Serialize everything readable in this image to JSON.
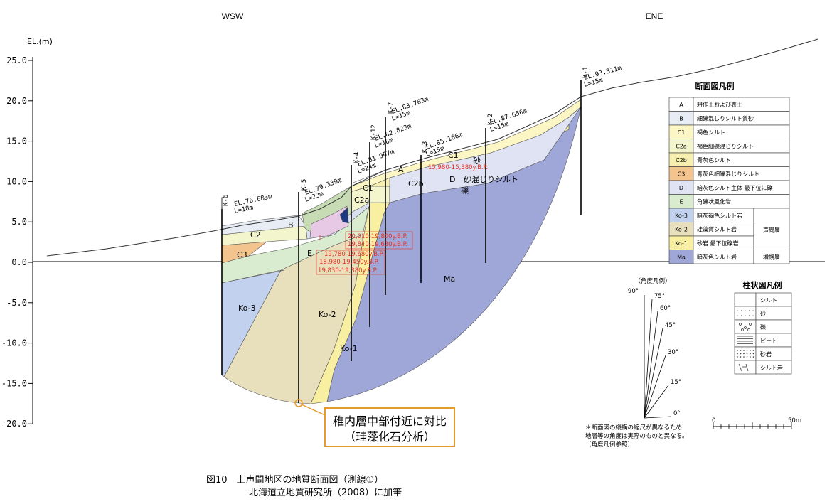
{
  "direction": {
    "left": "WSW",
    "right": "ENE"
  },
  "y_axis": {
    "unit_label": "EL.(m)",
    "ticks": [
      "25.0",
      "20.0",
      "15.0",
      "10.0",
      "5.0",
      "0.0",
      "-5.0",
      "-10.0",
      "-15.0",
      "-20.0"
    ]
  },
  "boreholes": [
    {
      "id": "K-6",
      "el": "EL.76.683m",
      "len": "L=18m"
    },
    {
      "id": "K-5",
      "el": "EL.79.339m",
      "len": "L=23m"
    },
    {
      "id": "K-4",
      "el": "EL.81.907m",
      "len": "L=24m"
    },
    {
      "id": "K-12",
      "el": "EL.82.823m",
      "len": "L=18m"
    },
    {
      "id": "K-7",
      "el": "EL.83.763m",
      "len": "L=15m"
    },
    {
      "id": "K-3",
      "el": "EL.85.166m",
      "len": "L=15m"
    },
    {
      "id": "K-2",
      "el": "EL.87.656m",
      "len": "L=15m"
    },
    {
      "id": "K-1",
      "el": "EL.93.311m",
      "len": "L=15m"
    }
  ],
  "units": {
    "A": "A",
    "B": "B",
    "C1": "C1",
    "C2": "C2",
    "C2a": "C2a",
    "C2b": "C2b",
    "C3": "C3",
    "D": "D",
    "E": "E",
    "Ko3": "Ko-3",
    "Ko2": "Ko-2",
    "Ko1": "Ko-1",
    "Ma": "Ma",
    "suna": "砂",
    "suna_silt": "砂混じりシルト",
    "reki": "礫"
  },
  "ages": [
    "15,980-15,380y.B.P.",
    "20,010-19,800y.B.P.",
    "19,840-19,630y.B.P.",
    "19,780-19,680y.B.P.",
    "18,980-19,450y.B.P.",
    "19,830-19,380y.B.P."
  ],
  "callout": {
    "line1": "稚内層中部付近に対比",
    "line2": "（珪藻化石分析）"
  },
  "section_legend": {
    "title": "断面図凡例",
    "rows": [
      {
        "code": "A",
        "text": "耕作土および表土",
        "color": "#ffffff"
      },
      {
        "code": "B",
        "text": "細礫混じりシルト質砂",
        "color": "#e8ecf4"
      },
      {
        "code": "C1",
        "text": "褐色シルト",
        "color": "#fcf6c4"
      },
      {
        "code": "C2a",
        "text": "褐色細礫混じりシルト",
        "color": "#f3f6cd"
      },
      {
        "code": "C2b",
        "text": "青灰色シルト",
        "color": "#f6efb0"
      },
      {
        "code": "C3",
        "text": "青灰色細礫混じりシルト",
        "color": "#f4c48e"
      },
      {
        "code": "D",
        "text": "暗灰色シルト主体 最下位に礫",
        "color": "#dfe3f4"
      },
      {
        "code": "E",
        "text": "角礫状風化岩",
        "color": "#d9eccf"
      },
      {
        "code": "Ko-3",
        "text": "暗灰褐色シルト岩",
        "color": "#c2d2ee"
      },
      {
        "code": "Ko-2",
        "text": "珪藻質シルト岩",
        "color": "#e8dfbd"
      },
      {
        "code": "Ko-1",
        "text": "砂岩 最下位礫岩",
        "color": "#f8f0a0"
      },
      {
        "code": "Ma",
        "text": "暗灰色シルト岩",
        "color": "#9fa7d8"
      }
    ],
    "group1": "声問層",
    "group2": "増幌層"
  },
  "column_legend": {
    "title": "柱状図凡例",
    "rows": [
      "シルト",
      "砂",
      "礫",
      "ピート",
      "砂岩",
      "シルト岩"
    ]
  },
  "angle_legend": {
    "title": "（角度凡例）",
    "angles": [
      "90°",
      "75°",
      "60°",
      "45°",
      "30°",
      "15°",
      "0°"
    ]
  },
  "notes": [
    "＊断面図の縦横の縮尺が異なるため",
    "地層等の角度は実際のものと異なる。",
    "（角度凡例参照）"
  ],
  "scale_bar": {
    "start": "0",
    "end": "50m"
  },
  "caption": {
    "line1": "図10　上声問地区の地質断面図（測線①）",
    "line2": "北海道立地質研究所（2008）に加筆"
  }
}
